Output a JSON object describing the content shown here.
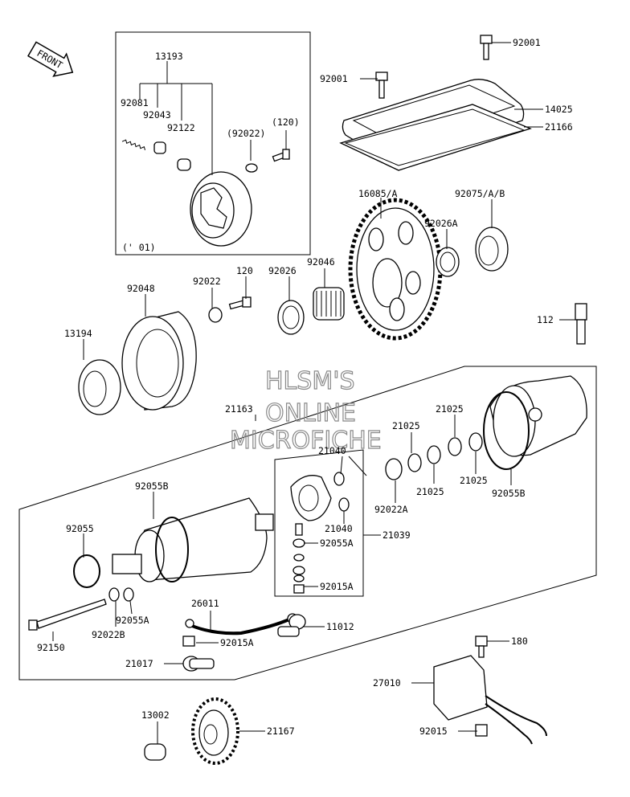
{
  "front_arrow": {
    "label": "FRONT"
  },
  "watermark": {
    "line1": "HLSM'S",
    "line2": "ONLINE",
    "line3": "MICROFICHE"
  },
  "labels": {
    "p13193": "13193",
    "p92081": "92081",
    "p92043": "92043",
    "p92122": "92122",
    "p92022_paren": "(92022)",
    "p120_paren": "(120)",
    "p01": "(' 01)",
    "p92001_top": "92001",
    "p92001_left": "92001",
    "p14025": "14025",
    "p21166": "21166",
    "p16085A": "16085/A",
    "p92075AB": "92075/A/B",
    "p92026A": "92026A",
    "p92048": "92048",
    "p92022": "92022",
    "p120": "120",
    "p92026": "92026",
    "p92046": "92046",
    "p13194": "13194",
    "p112": "112",
    "p21163": "21163",
    "p21025_a": "21025",
    "p21025_b": "21025",
    "p21025_c": "21025",
    "p21025_d": "21025",
    "p21040_a": "21040",
    "p21040_b": "21040",
    "p92055B_left": "92055B",
    "p92055B_right": "92055B",
    "p92022A": "92022A",
    "p92055": "92055",
    "p92055A_mid": "92055A",
    "p21039": "21039",
    "p92015A_mid": "92015A",
    "p26011": "26011",
    "p92055A_low": "92055A",
    "p92022B": "92022B",
    "p11012": "11012",
    "p92150": "92150",
    "p92015A_low": "92015A",
    "p21017": "21017",
    "p180": "180",
    "p27010": "27010",
    "p13002": "13002",
    "p21167": "21167",
    "p92015": "92015"
  }
}
